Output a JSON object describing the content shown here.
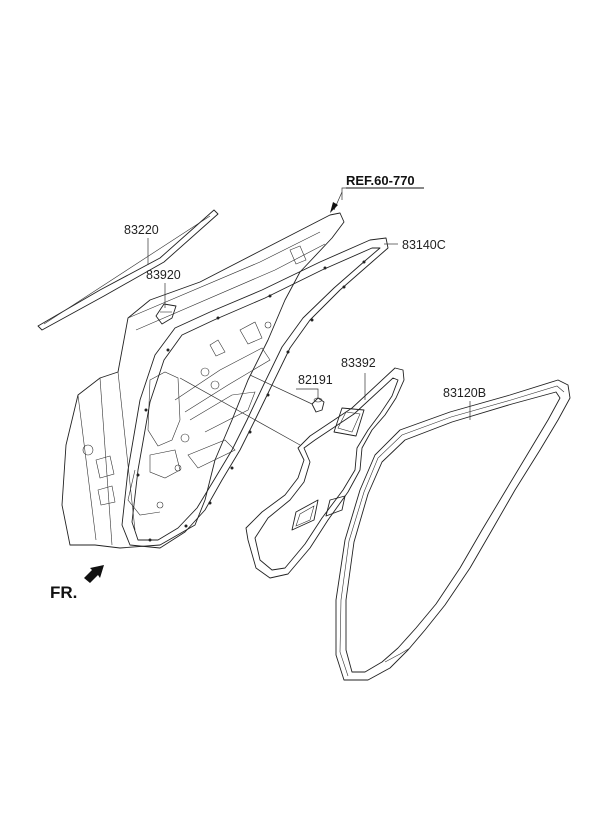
{
  "diagram": {
    "ref_label": "REF.60-770",
    "front_indicator": "FR.",
    "parts": [
      {
        "id": "83220"
      },
      {
        "id": "83920"
      },
      {
        "id": "83140C"
      },
      {
        "id": "83392"
      },
      {
        "id": "82191"
      },
      {
        "id": "83120B"
      }
    ]
  }
}
